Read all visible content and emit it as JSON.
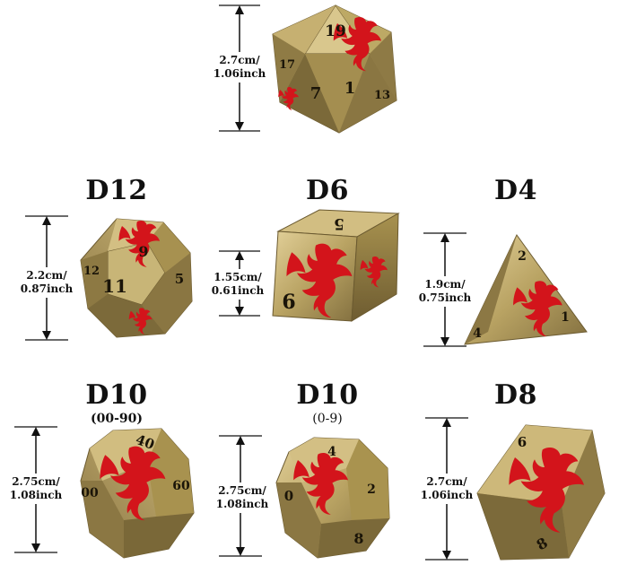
{
  "colors": {
    "metal_light": "#d7c38a",
    "metal_mid": "#b09a5c",
    "metal_dark": "#7d6a3c",
    "dragon_red": "#d3141b",
    "ink": "#1a1408"
  },
  "dice": [
    {
      "id": "d20",
      "title": "",
      "subtitle": "",
      "size_cm": "2.7cm/",
      "size_inch": "1.06inch",
      "numbers": [
        "19",
        "17",
        "7",
        "1",
        "13"
      ]
    },
    {
      "id": "d12",
      "title": "D12",
      "subtitle": "",
      "size_cm": "2.2cm/",
      "size_inch": "0.87inch",
      "numbers": [
        "9",
        "11",
        "12",
        "5"
      ]
    },
    {
      "id": "d6",
      "title": "D6",
      "subtitle": "",
      "size_cm": "1.55cm/",
      "size_inch": "0.61inch",
      "numbers": [
        "5",
        "6"
      ]
    },
    {
      "id": "d4",
      "title": "D4",
      "subtitle": "",
      "size_cm": "1.9cm/",
      "size_inch": "0.75inch",
      "numbers": [
        "2",
        "1",
        "4"
      ]
    },
    {
      "id": "d10_tens",
      "title": "D10",
      "subtitle": "(00-90)",
      "size_cm": "2.75cm/",
      "size_inch": "1.08inch",
      "numbers": [
        "40",
        "00",
        "60"
      ]
    },
    {
      "id": "d10_units",
      "title": "D10",
      "subtitle": "(0-9)",
      "size_cm": "2.75cm/",
      "size_inch": "1.08inch",
      "numbers": [
        "4",
        "0",
        "2",
        "8"
      ]
    },
    {
      "id": "d8",
      "title": "D8",
      "subtitle": "",
      "size_cm": "2.7cm/",
      "size_inch": "1.06inch",
      "numbers": [
        "6",
        "8"
      ]
    }
  ]
}
